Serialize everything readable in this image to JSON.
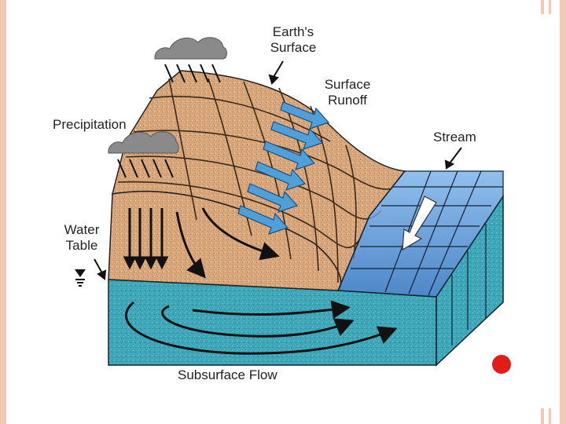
{
  "labels": {
    "earths_surface_line1": "Earth's",
    "earths_surface_line2": "Surface",
    "surface_runoff_line1": "Surface",
    "surface_runoff_line2": "Runoff",
    "precipitation": "Precipitation",
    "stream": "Stream",
    "water_table_line1": "Water",
    "water_table_line2": "Table",
    "subsurface_flow": "Subsurface Flow"
  },
  "icons": {
    "rain_cloud": "rain-cloud-icon",
    "water_table_symbol": "water-table-symbol-icon",
    "red_dot": "record-dot-icon"
  },
  "colors": {
    "soil": "#d9a77c",
    "soil_dark": "#b98558",
    "groundwater": "#3fa6b8",
    "stream_water": "#4a8fd8",
    "flow_arrow": "#4f9fd9",
    "cloud": "#8a8a8a",
    "frame_accent": "#f2c9b4",
    "dot": "#e31b1b"
  }
}
